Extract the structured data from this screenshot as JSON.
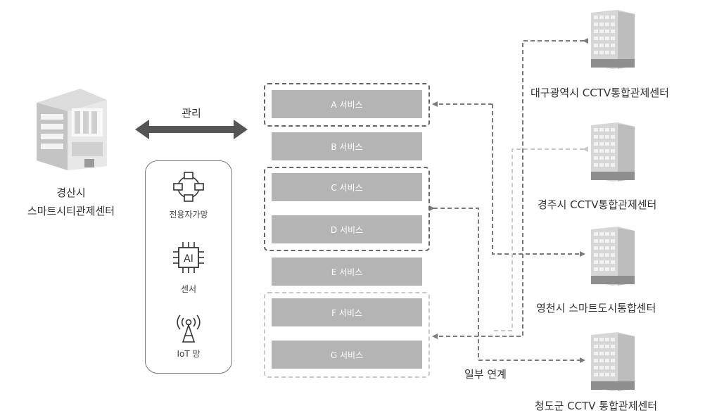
{
  "hub": {
    "name_line1": "경산시",
    "name_line2": "스마트시티관제센터",
    "manage_label": "관리"
  },
  "networks": [
    {
      "label": "전용자가망",
      "icon": "ring-network-icon"
    },
    {
      "label": "센서",
      "icon": "ai-chip-icon",
      "chip_text": "AI"
    },
    {
      "label": "IoT 망",
      "icon": "wireless-antenna-icon"
    }
  ],
  "services": [
    "A 서비스",
    "B 서비스",
    "C  서비스",
    "D 서비스",
    "E 서비스",
    "F 서비스",
    "G 서비스"
  ],
  "centers": [
    "대구광역시 CCTV통합관제센터",
    "경주시 CCTV통합관제센터",
    "영천시 스마트도시통합센터",
    "청도군 CCTV 통합관제센터"
  ],
  "link_label": "일부 연계",
  "colors": {
    "service_box": "#b4b4b4",
    "arrow_dark": "#555555",
    "dashed_dark": "#7a7a7a",
    "dashed_light": "#c8c8c8"
  }
}
